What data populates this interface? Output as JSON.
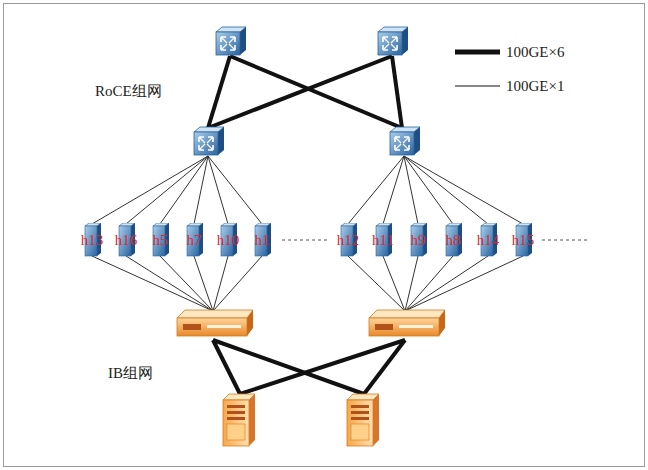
{
  "diagram": {
    "nodes": [
      {
        "text": [
          "h13"
        ]
      },
      {
        "text": [
          "h16"
        ]
      },
      {
        "text": [
          "h5"
        ]
      },
      {
        "text": [
          "h7"
        ]
      },
      {
        "text": [
          "h10"
        ]
      },
      {
        "text": [
          "h1"
        ]
      },
      {
        "text": [
          "h12"
        ]
      },
      {
        "text": [
          "h11"
        ]
      },
      {
        "text": [
          "h9"
        ]
      },
      {
        "text": [
          "h8"
        ]
      },
      {
        "text": [
          "h14"
        ]
      },
      {
        "text": [
          "h15"
        ]
      }
    ],
    "labels": [
      "RoCE组网",
      "IB组网"
    ],
    "legend": [
      {
        "text": "100GE×6"
      },
      {
        "text": "100GE×1"
      }
    ]
  }
}
